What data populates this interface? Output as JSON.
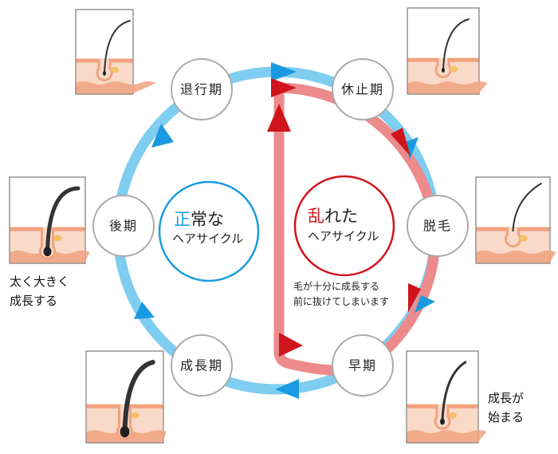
{
  "stages": {
    "regression": "退行期",
    "resting": "休止期",
    "late": "後期",
    "shedding": "脱毛",
    "growth": "成長期",
    "early": "早期"
  },
  "normal_cycle": {
    "accent": "正",
    "rest": "常な",
    "line2": "ヘアサイクル",
    "color": "#1a9ae0"
  },
  "disordered_cycle": {
    "accent": "乱",
    "rest": "れた",
    "line2": "ヘアサイクル",
    "color": "#d0141c"
  },
  "notes": {
    "disordered_line1": "毛が十分に成長する",
    "disordered_line2": "前に抜けてしまいます",
    "late_line1": "太く大きく",
    "late_line2": "成長する",
    "early_line1": "成長が",
    "early_line2": "始まる"
  },
  "colors": {
    "ring": "#7fcdf0",
    "arrow_blue": "#1a9ae0",
    "path_red": "#ec8a8c",
    "arrow_red": "#d0141c",
    "skin": "#f9d9c7",
    "skin_dark": "#f1a27f"
  }
}
